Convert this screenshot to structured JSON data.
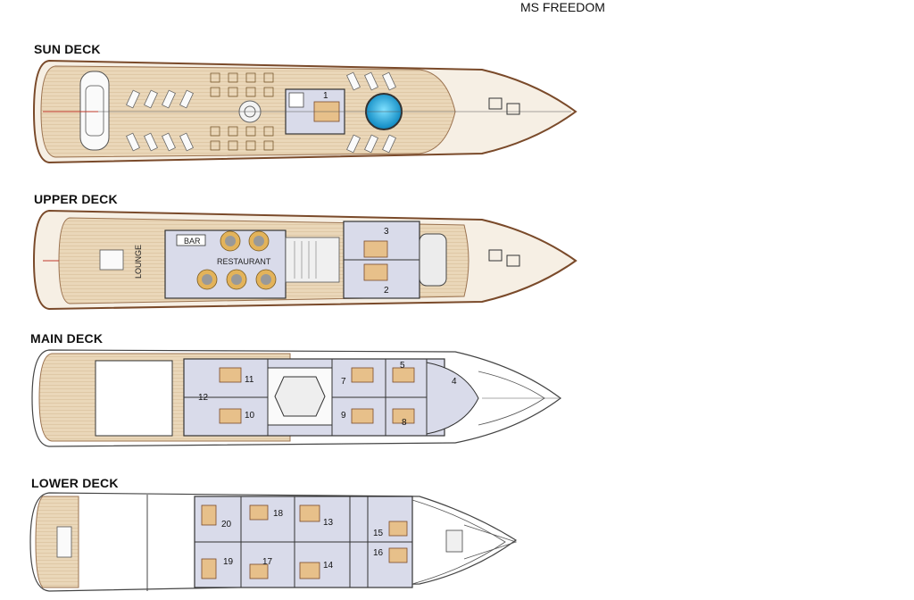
{
  "title": "MS FREEDOM",
  "decks": [
    {
      "label": "SUN DECK",
      "cabins": [
        "1"
      ]
    },
    {
      "label": "UPPER DECK",
      "cabins": [
        "3",
        "2"
      ],
      "areas": [
        "BAR",
        "RESTAURANT",
        "LOUNGE"
      ]
    },
    {
      "label": "MAIN DECK",
      "cabins": [
        "11",
        "12",
        "10",
        "7",
        "9",
        "5",
        "8",
        "4"
      ]
    },
    {
      "label": "LOWER DECK",
      "cabins": [
        "20",
        "18",
        "13",
        "15",
        "19",
        "17",
        "14",
        "16"
      ]
    }
  ],
  "colors": {
    "deck_wood": "#e8d3b4",
    "hull_outline": "#7a4a2a",
    "cabin_fill": "#d9dbea",
    "pool_blue": "#1aa8d8"
  }
}
